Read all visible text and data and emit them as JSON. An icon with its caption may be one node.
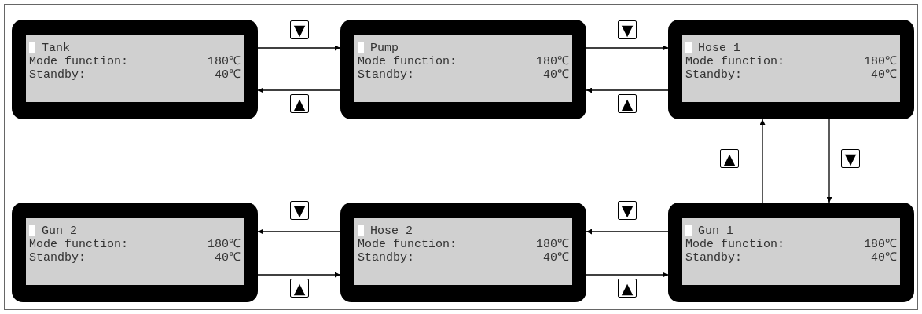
{
  "diagram": {
    "nodes": [
      {
        "text": [
          "Tank",
          "Mode function:",
          "180℃",
          "Standby:",
          "40℃"
        ]
      },
      {
        "text": [
          "Pump",
          "Mode function:",
          "180℃",
          "Standby:",
          "40℃"
        ]
      },
      {
        "text": [
          "Hose 1",
          "Mode function:",
          "180℃",
          "Standby:",
          "40℃"
        ]
      },
      {
        "text": [
          "Gun 2",
          "Mode function:",
          "180℃",
          "Standby:",
          "40℃"
        ]
      },
      {
        "text": [
          "Hose 2",
          "Mode function:",
          "180℃",
          "Standby:",
          "40℃"
        ]
      },
      {
        "text": [
          "Gun 1",
          "Mode function:",
          "180℃",
          "Standby:",
          "40℃"
        ]
      }
    ],
    "edges": [
      {
        "from": 0,
        "to": 1,
        "arrow": "to",
        "label": "▼"
      },
      {
        "from": 1,
        "to": 0,
        "arrow": "to",
        "label": "▲"
      },
      {
        "from": 1,
        "to": 2,
        "arrow": "to",
        "label": "▼"
      },
      {
        "from": 2,
        "to": 1,
        "arrow": "to",
        "label": "▲"
      },
      {
        "from": 2,
        "to": 5,
        "arrow": "to",
        "label": "▼"
      },
      {
        "from": 5,
        "to": 2,
        "arrow": "to",
        "label": "▲"
      },
      {
        "from": 5,
        "to": 4,
        "arrow": "to",
        "label": "▼"
      },
      {
        "from": 4,
        "to": 5,
        "arrow": "to",
        "label": "▲"
      },
      {
        "from": 4,
        "to": 3,
        "arrow": "to",
        "label": "▼"
      },
      {
        "from": 3,
        "to": 4,
        "arrow": "to",
        "label": "▲"
      }
    ]
  }
}
